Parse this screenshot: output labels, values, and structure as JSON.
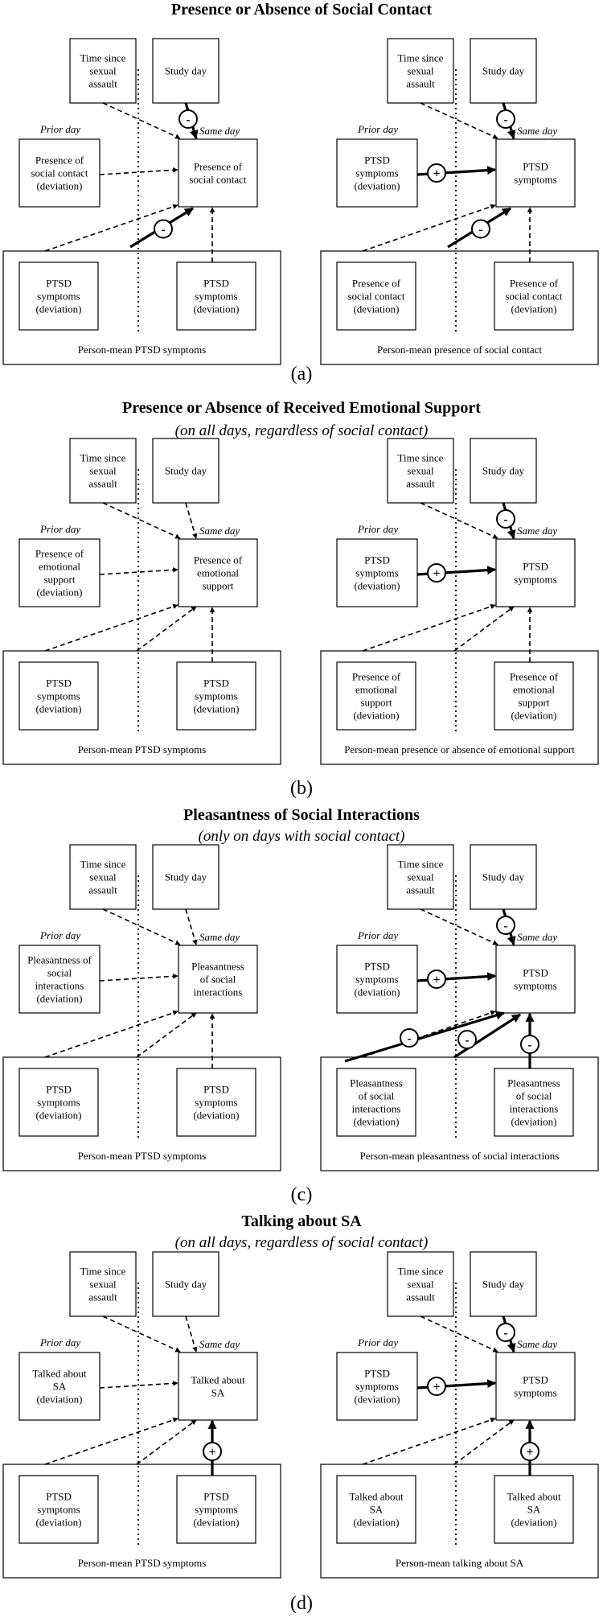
{
  "sections": [
    {
      "title": "Presence or Absence of Social Contact",
      "subtitle": "",
      "letter": "(a)",
      "diagrams": [
        {
          "time_box": [
            "Time since",
            "sexual",
            "assault"
          ],
          "study_box": [
            "Study day"
          ],
          "prior_label": "Prior day",
          "same_label": "Same day",
          "prior_box": [
            "Presence of",
            "social contact",
            "(deviation)"
          ],
          "outcome_box": [
            "Presence of",
            "social contact"
          ],
          "bottom_left_box": [
            "PTSD",
            "symptoms",
            "(deviation)"
          ],
          "bottom_right_box": [
            "PTSD",
            "symptoms",
            "(deviation)"
          ],
          "panel_label": "Person-mean PTSD symptoms",
          "study_sign": "-",
          "prior_sign": "",
          "diag_sign": "-",
          "mid_sign": "",
          "vert_sign": ""
        },
        {
          "time_box": [
            "Time since",
            "sexual",
            "assault"
          ],
          "study_box": [
            "Study day"
          ],
          "prior_label": "Prior day",
          "same_label": "Same day",
          "prior_box": [
            "PTSD",
            "symptoms",
            "(deviation)"
          ],
          "outcome_box": [
            "PTSD",
            "symptoms"
          ],
          "bottom_left_box": [
            "Presence of",
            "social contact",
            "(deviation)"
          ],
          "bottom_right_box": [
            "Presence of",
            "social contact",
            "(deviation)"
          ],
          "panel_label": "Person-mean presence of social contact",
          "study_sign": "-",
          "prior_sign": "+",
          "diag_sign": "-",
          "mid_sign": "",
          "vert_sign": ""
        }
      ]
    },
    {
      "title": "Presence or Absence of Received Emotional Support",
      "subtitle": "(on all days, regardless of social contact)",
      "letter": "(b)",
      "diagrams": [
        {
          "time_box": [
            "Time since",
            "sexual",
            "assault"
          ],
          "study_box": [
            "Study day"
          ],
          "prior_label": "Prior day",
          "same_label": "Same day",
          "prior_box": [
            "Presence of",
            "emotional",
            "support",
            "(deviation)"
          ],
          "outcome_box": [
            "Presence of",
            "emotional",
            "support"
          ],
          "bottom_left_box": [
            "PTSD",
            "symptoms",
            "(deviation)"
          ],
          "bottom_right_box": [
            "PTSD",
            "symptoms",
            "(deviation)"
          ],
          "panel_label": "Person-mean PTSD symptoms",
          "study_sign": "",
          "prior_sign": "",
          "diag_sign": "",
          "mid_sign": "",
          "vert_sign": ""
        },
        {
          "time_box": [
            "Time since",
            "sexual",
            "assault"
          ],
          "study_box": [
            "Study day"
          ],
          "prior_label": "Prior day",
          "same_label": "Same day",
          "prior_box": [
            "PTSD",
            "symptoms",
            "(deviation)"
          ],
          "outcome_box": [
            "PTSD",
            "symptoms"
          ],
          "bottom_left_box": [
            "Presence of",
            "emotional",
            "support",
            "(deviation)"
          ],
          "bottom_right_box": [
            "Presence of",
            "emotional",
            "support",
            "(deviation)"
          ],
          "panel_label": "Person-mean presence or absence of emotional support",
          "study_sign": "-",
          "prior_sign": "+",
          "diag_sign": "",
          "mid_sign": "",
          "vert_sign": ""
        }
      ]
    },
    {
      "title": "Pleasantness of Social Interactions",
      "subtitle": "(only on days with social contact)",
      "letter": "(c)",
      "diagrams": [
        {
          "time_box": [
            "Time since",
            "sexual",
            "assault"
          ],
          "study_box": [
            "Study day"
          ],
          "prior_label": "Prior day",
          "same_label": "Same day",
          "prior_box": [
            "Pleasantness of",
            "social",
            "interactions",
            "(deviation)"
          ],
          "outcome_box": [
            "Pleasantness",
            "of social",
            "interactions"
          ],
          "bottom_left_box": [
            "PTSD",
            "symptoms",
            "(deviation)"
          ],
          "bottom_right_box": [
            "PTSD",
            "symptoms",
            "(deviation)"
          ],
          "panel_label": "Person-mean PTSD symptoms",
          "study_sign": "",
          "prior_sign": "",
          "diag_sign": "",
          "mid_sign": "",
          "vert_sign": ""
        },
        {
          "time_box": [
            "Time since",
            "sexual",
            "assault"
          ],
          "study_box": [
            "Study day"
          ],
          "prior_label": "Prior day",
          "same_label": "Same day",
          "prior_box": [
            "PTSD",
            "symptoms",
            "(deviation)"
          ],
          "outcome_box": [
            "PTSD",
            "symptoms"
          ],
          "bottom_left_box": [
            "Pleasantness",
            "of social",
            "interactions",
            "(deviation)"
          ],
          "bottom_right_box": [
            "Pleasantness",
            "of social",
            "interactions",
            "(deviation)"
          ],
          "panel_label": "Person-mean pleasantness of social interactions",
          "study_sign": "-",
          "prior_sign": "+",
          "diag_sign": "-",
          "mid_sign": "-",
          "vert_sign": "-"
        }
      ]
    },
    {
      "title": "Talking about SA",
      "subtitle": "(on all days, regardless of social contact)",
      "letter": "(d)",
      "diagrams": [
        {
          "time_box": [
            "Time since",
            "sexual",
            "assault"
          ],
          "study_box": [
            "Study day"
          ],
          "prior_label": "Prior day",
          "same_label": "Same day",
          "prior_box": [
            "Talked about",
            "SA",
            "(deviation)"
          ],
          "outcome_box": [
            "Talked about",
            "SA"
          ],
          "bottom_left_box": [
            "PTSD",
            "symptoms",
            "(deviation)"
          ],
          "bottom_right_box": [
            "PTSD",
            "symptoms",
            "(deviation)"
          ],
          "panel_label": "Person-mean PTSD symptoms",
          "study_sign": "",
          "prior_sign": "",
          "diag_sign": "",
          "mid_sign": "",
          "vert_sign": "+"
        },
        {
          "time_box": [
            "Time since",
            "sexual",
            "assault"
          ],
          "study_box": [
            "Study day"
          ],
          "prior_label": "Prior day",
          "same_label": "Same day",
          "prior_box": [
            "PTSD",
            "symptoms",
            "(deviation)"
          ],
          "outcome_box": [
            "PTSD",
            "symptoms"
          ],
          "bottom_left_box": [
            "Talked about",
            "SA",
            "(deviation)"
          ],
          "bottom_right_box": [
            "Talked about",
            "SA",
            "(deviation)"
          ],
          "panel_label": "Person-mean talking about SA",
          "study_sign": "-",
          "prior_sign": "+",
          "diag_sign": "",
          "mid_sign": "",
          "vert_sign": "+"
        }
      ]
    }
  ]
}
